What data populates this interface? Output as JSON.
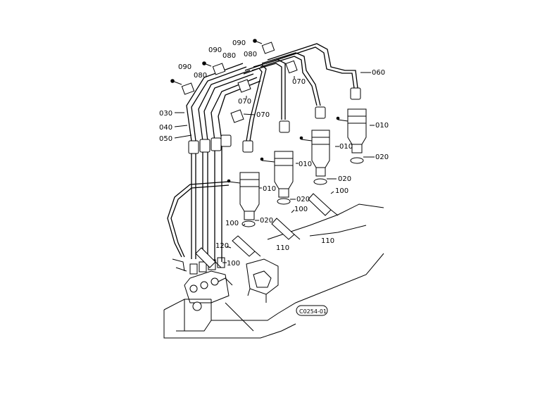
{
  "diagram": {
    "code": "C0254-01",
    "labels": {
      "l010a": "010",
      "l010b": "010",
      "l010c": "010",
      "l010d": "010",
      "l020a": "020",
      "l020b": "020",
      "l020c": "020",
      "l020d": "020",
      "l030": "030",
      "l040": "040",
      "l050": "050",
      "l060": "060",
      "l070a": "070",
      "l070b": "070",
      "l070c": "070",
      "l080a": "080",
      "l080b": "080",
      "l080c": "080",
      "l090a": "090",
      "l090b": "090",
      "l090c": "090",
      "l100a": "100",
      "l100b": "100",
      "l100c": "100",
      "l100d": "100",
      "l110a": "110",
      "l110b": "110",
      "l120": "120"
    }
  }
}
